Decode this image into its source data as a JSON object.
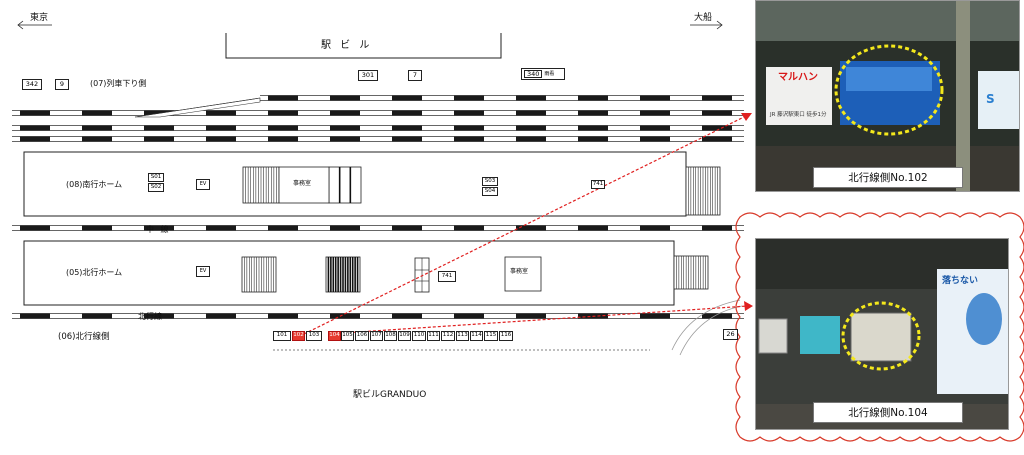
{
  "direction": {
    "left": "東京",
    "right": "大船"
  },
  "station_building": "駅 ビ ル",
  "tracks": {
    "down_side": "(07)列車下り側",
    "middle": "中 線",
    "north": "北行線"
  },
  "platforms": {
    "south": {
      "label": "(08)南行ホーム",
      "office": "事務室"
    },
    "north": {
      "label": "(05)北行ホーム",
      "office": "事務室"
    }
  },
  "side_label": "(06)北行線側",
  "granduo": "駅ビルGRANDUO",
  "ev": "EV",
  "boxes": {
    "b342": "342",
    "b9": "9",
    "b301": "301",
    "b7": "7",
    "b340": "340",
    "b340_note": "雨看",
    "s01": "S01",
    "s02": "S02",
    "s03": "S03",
    "s04": "S04",
    "b741a": "741",
    "b741b": "741",
    "b26": "26"
  },
  "north_row": [
    {
      "id": "101",
      "highlight": false
    },
    {
      "id": "102",
      "highlight": true
    },
    {
      "id": "103",
      "highlight": false
    },
    {
      "id": "104",
      "highlight": true
    },
    {
      "id": "105",
      "highlight": false
    },
    {
      "id": "106",
      "highlight": false
    },
    {
      "id": "107",
      "highlight": false
    },
    {
      "id": "108",
      "highlight": false
    },
    {
      "id": "109",
      "highlight": false
    },
    {
      "id": "110",
      "highlight": false
    },
    {
      "id": "111",
      "highlight": false
    },
    {
      "id": "112",
      "highlight": false
    },
    {
      "id": "113",
      "highlight": false
    },
    {
      "id": "114",
      "highlight": false
    },
    {
      "id": "115",
      "highlight": false
    },
    {
      "id": "116",
      "highlight": false
    }
  ],
  "photos": {
    "p102": {
      "caption": "北行線側No.102",
      "sign_left": "マルハン",
      "sign_left_sub": "JR 藤沢駅東口 徒歩1分",
      "sign_right": "S"
    },
    "p104": {
      "caption": "北行線側No.104",
      "poster_text": "落ちない"
    }
  },
  "colors": {
    "highlight": "#e63a2f",
    "arrow": "#e02020",
    "cloud": "#d83a2a",
    "ring": "#f4e81c"
  }
}
